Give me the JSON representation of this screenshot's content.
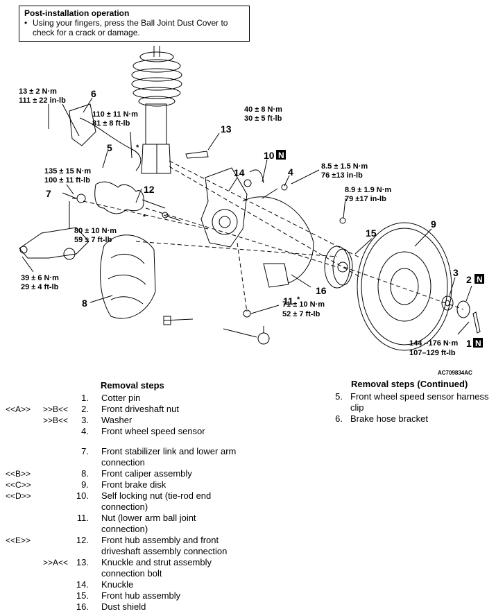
{
  "note": {
    "title": "Post-installation operation",
    "bullet": "Using your fingers, press the Ball Joint Dust Cover to check for a crack or damage."
  },
  "figure": {
    "id": "AC709834AC",
    "part_numbers": [
      "1",
      "2",
      "3",
      "4",
      "5",
      "6",
      "7",
      "8",
      "9",
      "10",
      "11",
      "12",
      "13",
      "14",
      "15",
      "16"
    ],
    "new_mark": "N",
    "star": "*",
    "torques": {
      "t6a": "13 ± 2 N·m",
      "t6b": "111 ± 22 in-lb",
      "t5a": "110 ± 11 N·m",
      "t5b": "81 ± 8 ft-lb",
      "t10a": "40 ± 8 N·m",
      "t10b": "30 ± 5 ft-lb",
      "t4a": "8.5 ± 1.5 N·m",
      "t4b": "76 ±13 in-lb",
      "tba": "8.9 ± 1.9 N·m",
      "tbb": "79 ±17 in-lb",
      "t7a": "135 ± 15 N·m",
      "t7b": "100 ± 11 ft-lb",
      "t13a": "80 ± 10 N·m",
      "t13b": "59 ± 7 ft-lb",
      "tla": "39 ± 6 N·m",
      "tlb": "29 ± 4 ft-lb",
      "t11a": "71 ± 10 N·m",
      "t11b": "52 ± 7 ft-lb",
      "t1a": "144 –176 N·m",
      "t1b": "107–129 ft-lb"
    }
  },
  "steps": {
    "header": "Removal steps",
    "header_cont": "Removal steps (Continued)",
    "left": [
      {
        "ma": "",
        "mb": "",
        "n": "1.",
        "text": "Cotter pin"
      },
      {
        "ma": "<<A>>",
        "mb": ">>B<<",
        "n": "2.",
        "text": "Front driveshaft nut"
      },
      {
        "ma": "",
        "mb": ">>B<<",
        "n": "3.",
        "text": "Washer"
      },
      {
        "ma": "",
        "mb": "",
        "n": "4.",
        "text": "Front wheel speed sensor"
      },
      {
        "ma": "",
        "mb": "",
        "n": "7.",
        "text": "Front stabilizer link and lower arm",
        "text2": "connection"
      },
      {
        "ma": "<<B>>",
        "mb": "",
        "n": "8.",
        "text": "Front caliper assembly"
      },
      {
        "ma": "<<C>>",
        "mb": "",
        "n": "9.",
        "text": "Front brake disk"
      },
      {
        "ma": "<<D>>",
        "mb": "",
        "n": "10.",
        "text": "Self locking nut (tie-rod end",
        "text2": "connection)"
      },
      {
        "ma": "",
        "mb": "",
        "n": "11.",
        "text": "Nut (lower arm ball joint",
        "text2": "connection)"
      },
      {
        "ma": "<<E>>",
        "mb": "",
        "n": "12.",
        "text": "Front hub assembly and front",
        "text2": "driveshaft assembly connection"
      },
      {
        "ma": "",
        "mb": ">>A<<",
        "n": "13.",
        "text": "Knuckle and strut assembly",
        "text2": "connection bolt"
      },
      {
        "ma": "",
        "mb": "",
        "n": "14.",
        "text": "Knuckle"
      },
      {
        "ma": "",
        "mb": "",
        "n": "15.",
        "text": "Front hub assembly"
      },
      {
        "ma": "",
        "mb": "",
        "n": "16.",
        "text": "Dust shield"
      }
    ],
    "right": [
      {
        "n": "5.",
        "text": "Front wheel speed sensor harness",
        "text2": "clip"
      },
      {
        "n": "6.",
        "text": "Brake hose bracket"
      }
    ]
  }
}
